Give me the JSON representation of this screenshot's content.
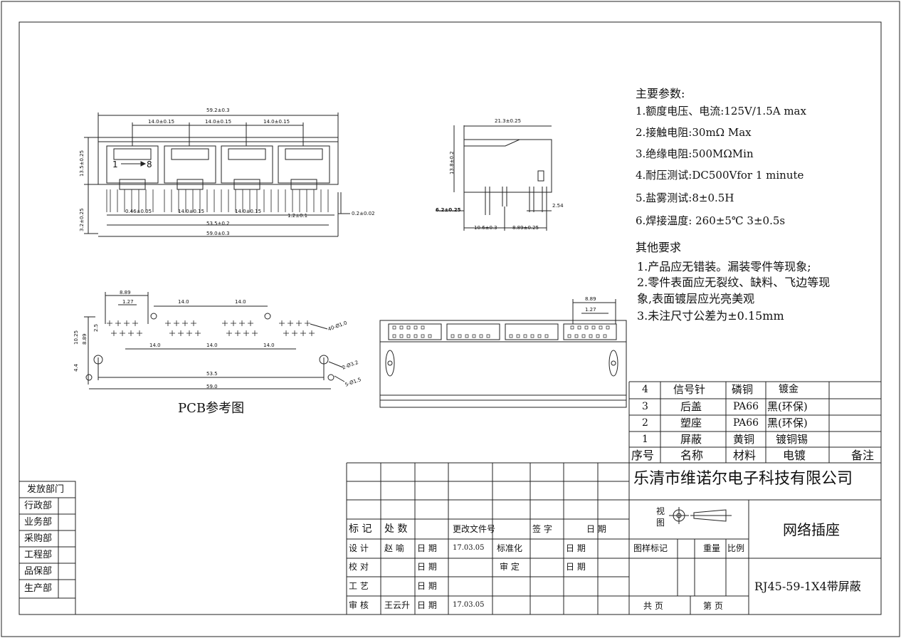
{
  "specs": {
    "title": "主要参数:",
    "items": [
      "1.额度电压、电流:125V/1.5A max",
      "2.接触电阻:30mΩ  Max",
      "3.绝缘电阻:500MΩMin",
      "4.耐压测试:DC500Vfor 1 minute",
      "5.盐雾测试:8±0.5H",
      "6.焊接温度: 260±5℃ 3±0.5s"
    ]
  },
  "requirements": {
    "title": "其他要求",
    "items": [
      "1.产品应无错装。漏装零件等现象;",
      "2.零件表面应无裂纹、缺料、飞边等现",
      "象,表面镀层应光亮美观",
      "3.未注尺寸公差为±0.15mm"
    ]
  },
  "pcb_label": "PCB参考图",
  "front_view": {
    "dims": {
      "overall_top": "59.2±0.3",
      "pitch1": "14.0±0.15",
      "pitch2": "14.0±0.15",
      "pitch3": "14.0±0.15",
      "height": "13.5±0.25",
      "leg": "3.2±0.25",
      "pin_pitch": "0.46±0.05",
      "bottom_pitch1": "14.0±0.15",
      "bottom_pitch2": "14.0±0.15",
      "pin_dia": "1.2±0.1",
      "offset": "0.2±0.02",
      "span": "53.5±0.2",
      "overall_bottom": "59.0±0.3"
    },
    "pin_start": "1",
    "pin_end": "8"
  },
  "side_view": {
    "dims": {
      "depth": "21.3±0.25",
      "height": "13.8±0.2",
      "standoff": "6.2±0.25",
      "pin_len": "2.54",
      "base1": "10.6±0.3",
      "base2": "8.89±0.25"
    }
  },
  "pcb_view": {
    "dims": {
      "a": "8.89",
      "b": "1.27",
      "c": "14.0",
      "d": "14.0",
      "e": "2.5",
      "f": "10.25",
      "g": "8.89",
      "h": "14.0",
      "i": "14.0",
      "j": "14.0",
      "k": "40-Ø1.0",
      "l": "2-Ø3.2",
      "m": "53.5",
      "n": "4.4",
      "o": "5-Ø1.5",
      "p": "59.0"
    }
  },
  "rear_view": {
    "dims": {
      "a": "8.89",
      "b": "1.27"
    }
  },
  "bom": {
    "rows": [
      {
        "no": "4",
        "name": "信号针",
        "material": "磷铜",
        "plating": "镀金",
        "remark": ""
      },
      {
        "no": "3",
        "name": "后盖",
        "material": "PA66",
        "plating": "黑(环保)",
        "remark": ""
      },
      {
        "no": "2",
        "name": "塑座",
        "material": "PA66",
        "plating": "黑(环保)",
        "remark": ""
      },
      {
        "no": "1",
        "name": "屏蔽",
        "material": "黄铜",
        "plating": "镀铜锡",
        "remark": ""
      }
    ],
    "headers": {
      "no": "序号",
      "name": "名称",
      "material": "材料",
      "plating": "电镀",
      "remark": "备注"
    }
  },
  "title_block": {
    "company": "乐清市维诺尔电子科技有限公司",
    "product": "网络插座",
    "part_no": "RJ45-59-1X4带屏蔽",
    "view_label": "视\n图",
    "view_label_1": "视",
    "view_label_2": "图",
    "hdr_mark": "标 记",
    "hdr_count": "处 数",
    "hdr_docno": "更改文件号",
    "hdr_sign": "签  字",
    "hdr_date": "日  期",
    "design": "设 计",
    "designer": "赵 喻",
    "date_lbl1": "日 期",
    "date1": "17.03.05",
    "std": "标准化",
    "date_lbl2": "日 期",
    "check": "校 对",
    "date_lbl3": "日 期",
    "review": "审 定",
    "date_lbl4": "日 期",
    "process": "工 艺",
    "date_lbl5": "日 期",
    "approve": "审 核",
    "approver": "王云升",
    "date_lbl6": "日 期",
    "date2": "17.03.05",
    "sample": "图样标记",
    "weight": "重量",
    "scale": "比例",
    "total": "共  页",
    "page": "第  页"
  },
  "departments": {
    "title": "发放部门",
    "items": [
      "行政部",
      "业务部",
      "采购部",
      "工程部",
      "品保部",
      "生产部"
    ]
  }
}
